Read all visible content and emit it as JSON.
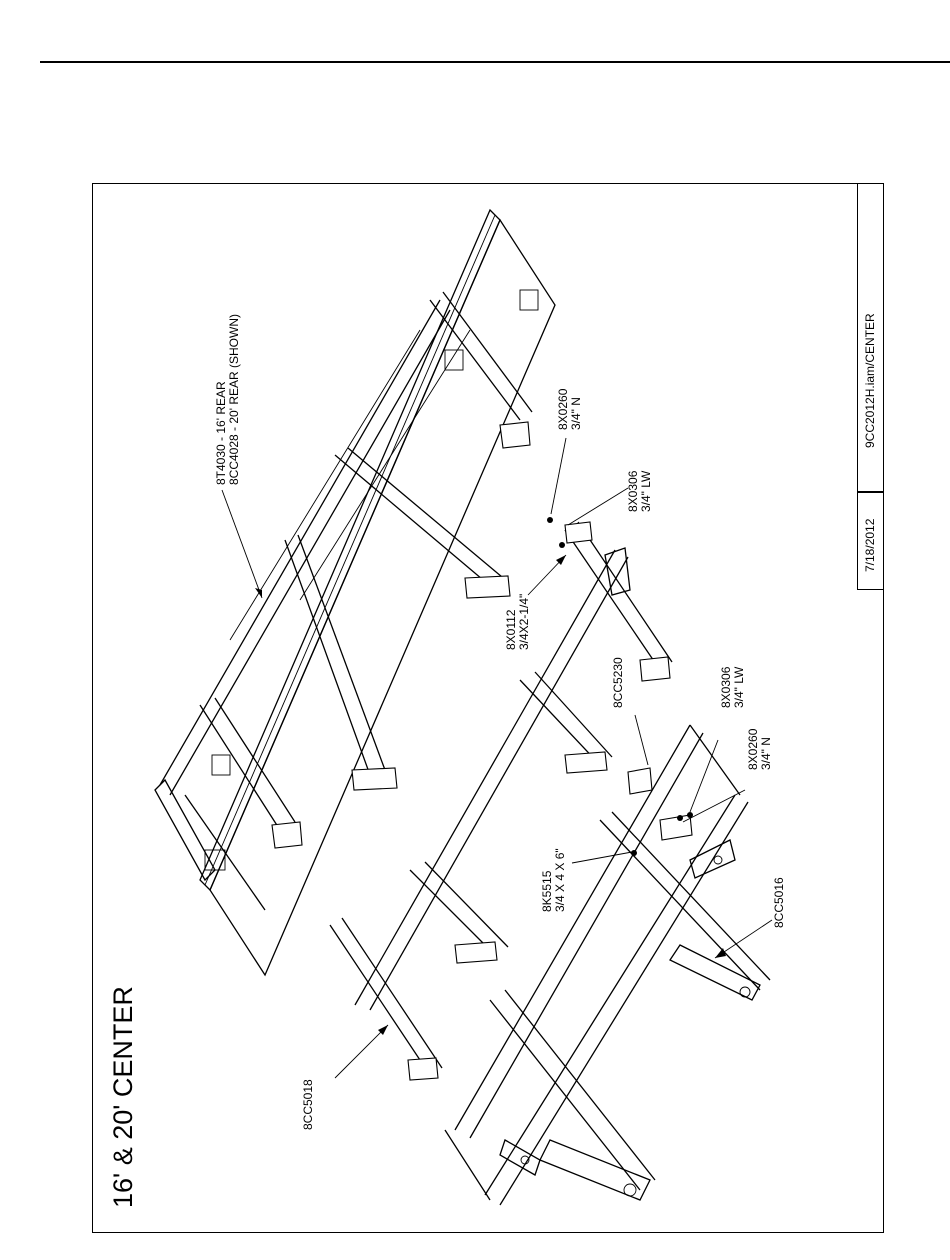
{
  "page": {
    "title": "16' & 20' CENTER",
    "date": "7/18/2012",
    "file_ref": "9CC2012H.iam/CENTER"
  },
  "callouts": [
    {
      "part": "8T4030 - 16' REAR",
      "desc": "8CC4028 - 20' REAR (SHOWN)"
    },
    {
      "part": "8X0260",
      "desc": "3/4\" N"
    },
    {
      "part": "8X0306",
      "desc": "3/4\" LW"
    },
    {
      "part": "8X0112",
      "desc": "3/4X2-1/4\""
    },
    {
      "part": "8CC5230",
      "desc": ""
    },
    {
      "part": "8X0306",
      "desc": "3/4\" LW"
    },
    {
      "part": "8X0260",
      "desc": "3/4\" N"
    },
    {
      "part": "8K5515",
      "desc": "3/4 X 4 X 6\""
    },
    {
      "part": "8CC5016",
      "desc": ""
    },
    {
      "part": "8CC5018",
      "desc": ""
    }
  ]
}
